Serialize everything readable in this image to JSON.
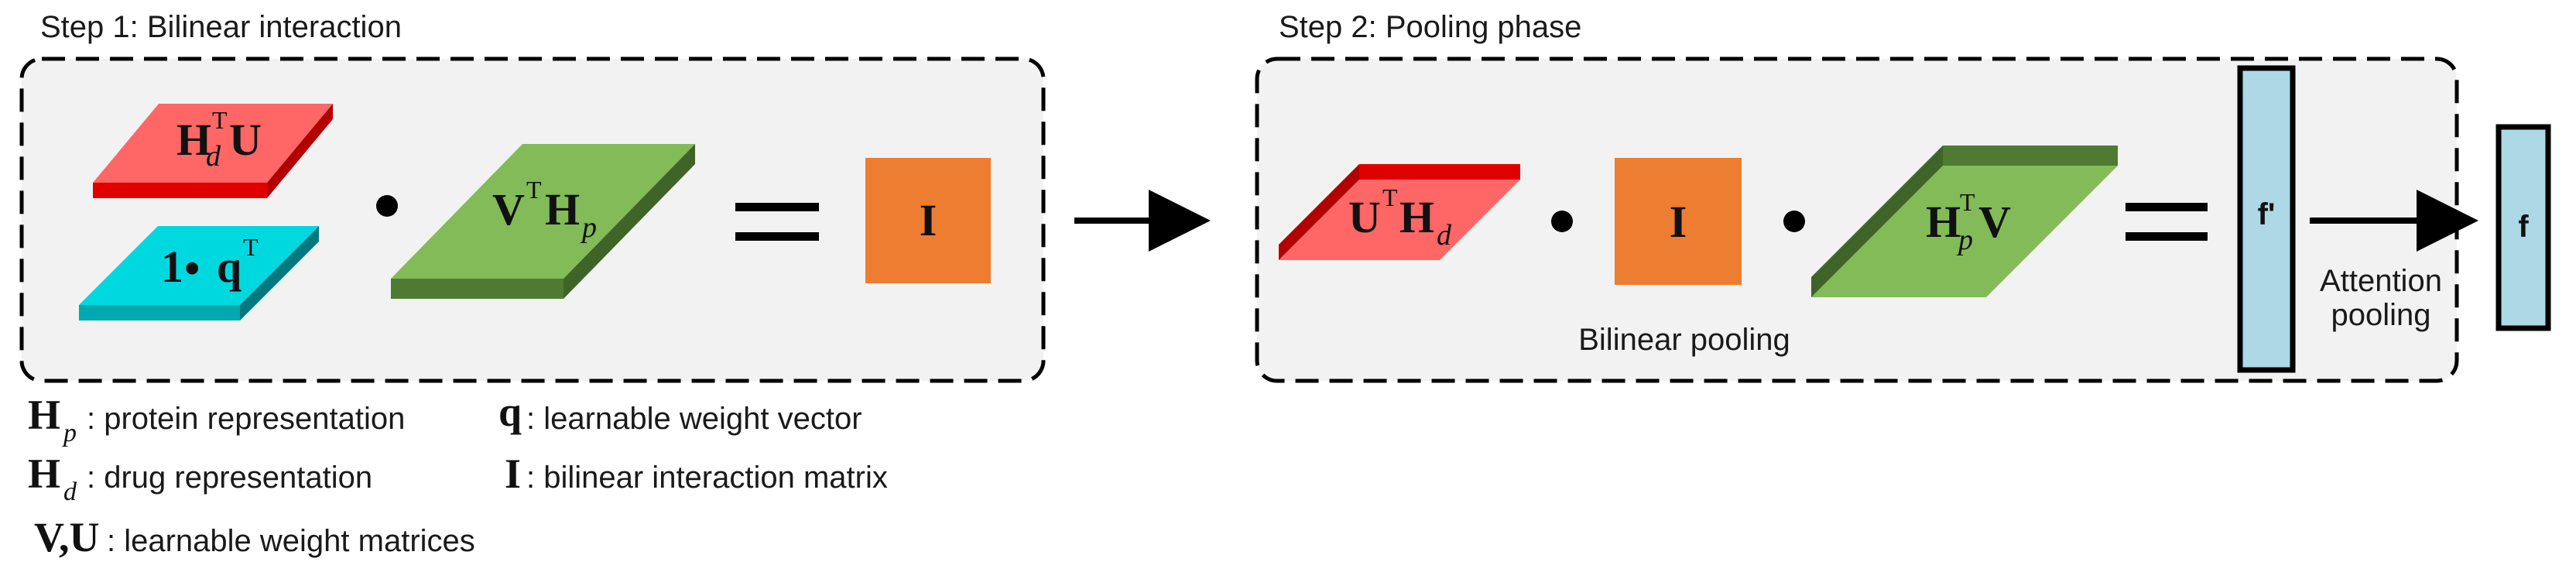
{
  "step1": {
    "title": "Step 1: Bilinear interaction",
    "top_slab": {
      "base": "H",
      "sup": "T",
      "sub": "d",
      "tail": "U"
    },
    "bottom_slab": {
      "base": "1",
      "op": "•",
      "vec": "q",
      "sup": "T"
    },
    "dot": "•",
    "right_slab": {
      "base": "V",
      "sup": "T",
      "mid": "H",
      "sub": "p"
    },
    "equals": "=",
    "result_box": "I"
  },
  "step2": {
    "title": "Step 2:  Pooling phase",
    "left_slab": {
      "base": "U",
      "sup": "T",
      "mid": "H",
      "sub": "d"
    },
    "dot1": "•",
    "middle_box": "I",
    "dot2": "•",
    "right_slab": {
      "base": "H",
      "sup": "T",
      "sub": "p",
      "tail": "V"
    },
    "equals": "=",
    "caption": "Bilinear pooling",
    "vector_fprime": "f'",
    "attention_caption_line1": "Attention",
    "attention_caption_line2": "pooling",
    "vector_f": "f"
  },
  "legend": [
    {
      "sym": "H",
      "sub": "p",
      "text": ": protein representation"
    },
    {
      "sym": "q",
      "sub": "",
      "text": ": learnable weight vector"
    },
    {
      "sym": "H",
      "sub": "d",
      "text": ": drug representation"
    },
    {
      "sym": "I",
      "sub": "",
      "text": ": bilinear interaction matrix"
    },
    {
      "sym": "V,U",
      "sub": "",
      "text": ": learnable weight matrices"
    }
  ],
  "colors": {
    "red_slab": "#ff6666",
    "red_edge": "#e00000",
    "red_edge_dark": "#b30000",
    "cyan_slab": "#00d8e0",
    "cyan_edge": "#00a8b0",
    "cyan_edge_dark": "#007a80",
    "green_slab": "#82bb58",
    "green_edge": "#4e7a32",
    "green_edge_dark": "#3e6428",
    "orange_box": "#ed7d31",
    "light_blue": "#add8e6",
    "panel_fill": "#f2f2f2"
  }
}
